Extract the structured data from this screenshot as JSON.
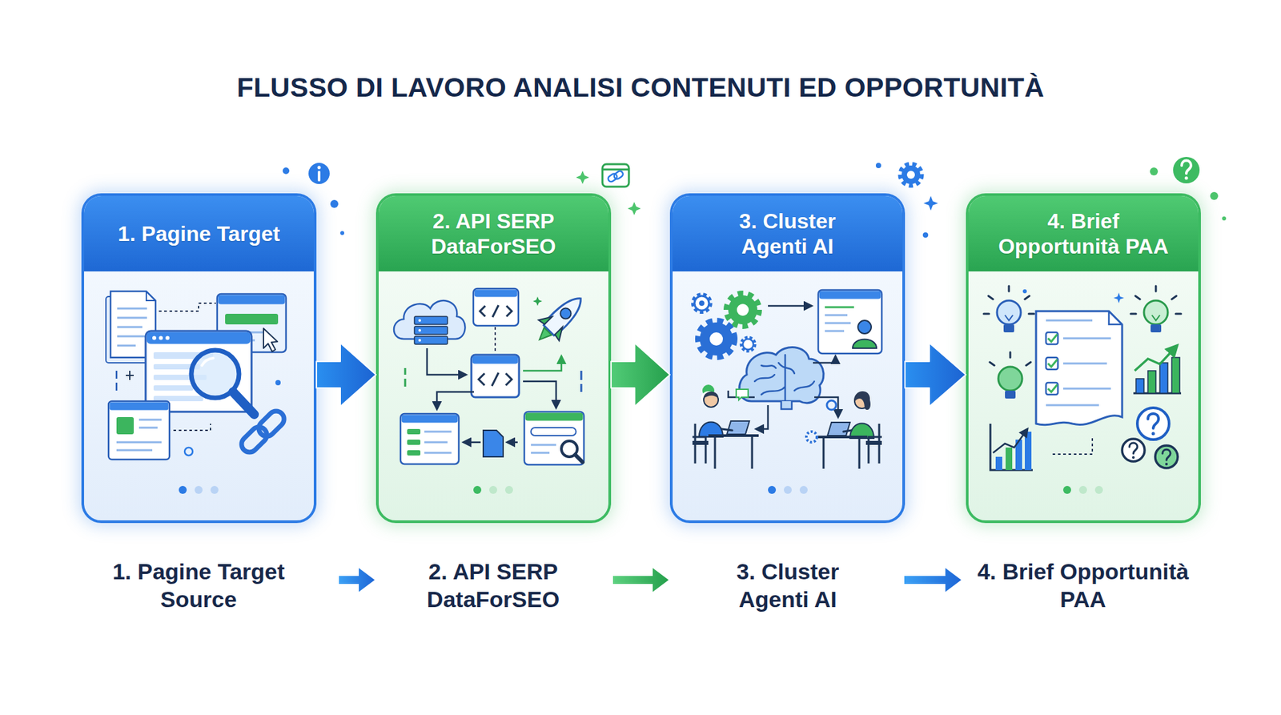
{
  "diagram": {
    "title": "FLUSSO DI LAVORO ANALISI CONTENUTI ED OPPORTUNITÀ",
    "nodes": [
      {
        "text": [
          "1. Pagine Target"
        ]
      },
      {
        "text": [
          "2. API SERP DataForSEO"
        ]
      },
      {
        "text": [
          "3. Cluster Agenti AI"
        ]
      },
      {
        "text": [
          "4. Brief Opportunità PAA"
        ]
      }
    ],
    "edges": [
      {
        "from": 0,
        "to": 1,
        "arrow": "to"
      },
      {
        "from": 1,
        "to": 2,
        "arrow": "to"
      },
      {
        "from": 2,
        "to": 3,
        "arrow": "to"
      }
    ],
    "labels": [
      "1. Pagine Target Source",
      "2. API SERP DataForSEO",
      "3. Cluster Agenti AI",
      "4. Brief Opportunità PAA"
    ]
  }
}
